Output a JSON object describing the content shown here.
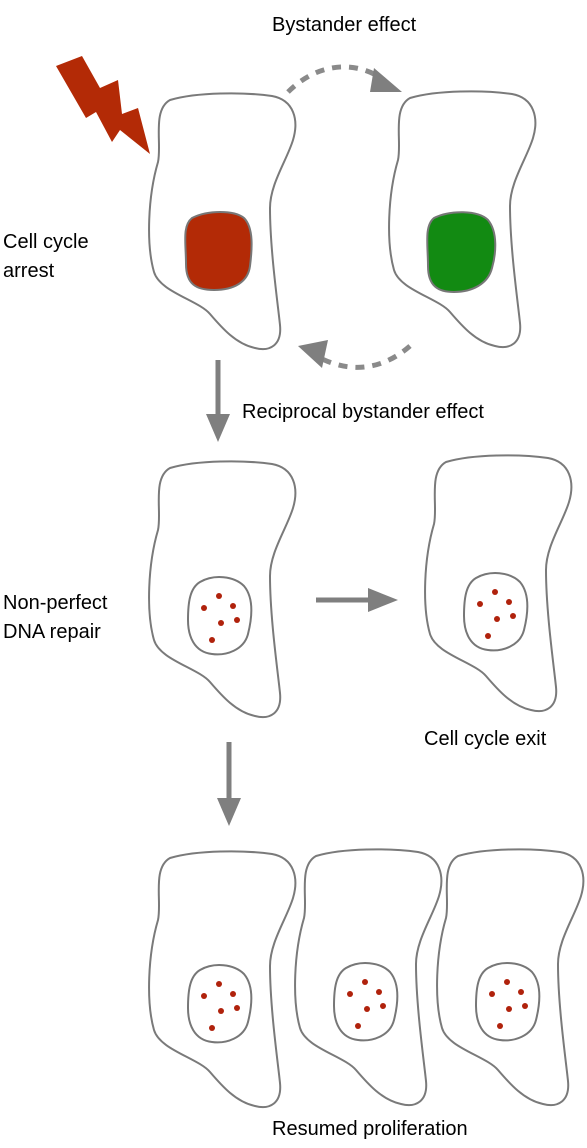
{
  "labels": {
    "bystander_effect": "Bystander effect",
    "reciprocal_bystander_effect": "Reciprocal bystander effect",
    "cell_cycle_arrest_line1": "Cell cycle",
    "cell_cycle_arrest_line2": "arrest",
    "non_perfect_line1": "Non-perfect",
    "non_perfect_line2": "DNA repair",
    "cell_cycle_exit": "Cell cycle exit",
    "resumed_proliferation": "Resumed proliferation"
  },
  "colors": {
    "irradiated_nucleus": "#b32a06",
    "bystander_nucleus": "#128a12",
    "lightning": "#b32a06",
    "damage_foci": "#b0220c",
    "arrow": "#7f7f7f",
    "cell_outline": "#7a7a7a"
  },
  "icons": {
    "radiation": "lightning-bolt-icon"
  }
}
